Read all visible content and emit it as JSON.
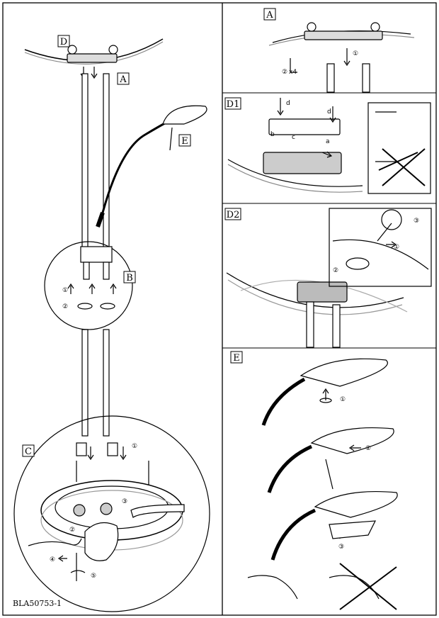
{
  "doc_code": "BLA50753-1",
  "labels": {
    "A": "A",
    "B": "B",
    "C": "C",
    "D": "D",
    "D1": "D1",
    "D2": "D2",
    "E": "E"
  },
  "annotations": {
    "screws": "x4",
    "step_letters": [
      "a",
      "b",
      "c",
      "d"
    ],
    "circled_1": "①",
    "circled_2": "②",
    "circled_3": "③",
    "circled_4": "④",
    "circled_5": "⑤"
  },
  "colors": {
    "line": "#000000",
    "gray": "#9a9a9a",
    "dark": "#333333"
  }
}
